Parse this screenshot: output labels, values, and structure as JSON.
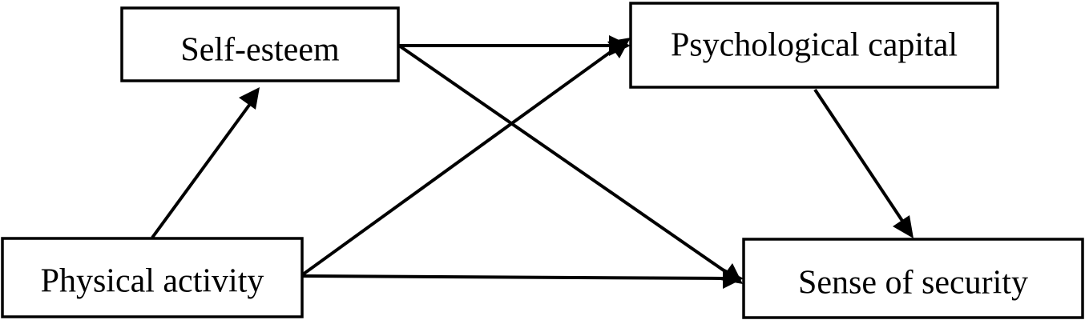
{
  "nodes": {
    "self_esteem": "Self-esteem",
    "psychological_capital": "Psychological capital",
    "physical_activity": "Physical activity",
    "sense_of_security": "Sense of security"
  },
  "edges": [
    {
      "from": "physical_activity",
      "to": "self_esteem"
    },
    {
      "from": "self_esteem",
      "to": "psychological_capital"
    },
    {
      "from": "self_esteem",
      "to": "sense_of_security"
    },
    {
      "from": "physical_activity",
      "to": "psychological_capital"
    },
    {
      "from": "physical_activity",
      "to": "sense_of_security"
    },
    {
      "from": "psychological_capital",
      "to": "sense_of_security"
    }
  ]
}
